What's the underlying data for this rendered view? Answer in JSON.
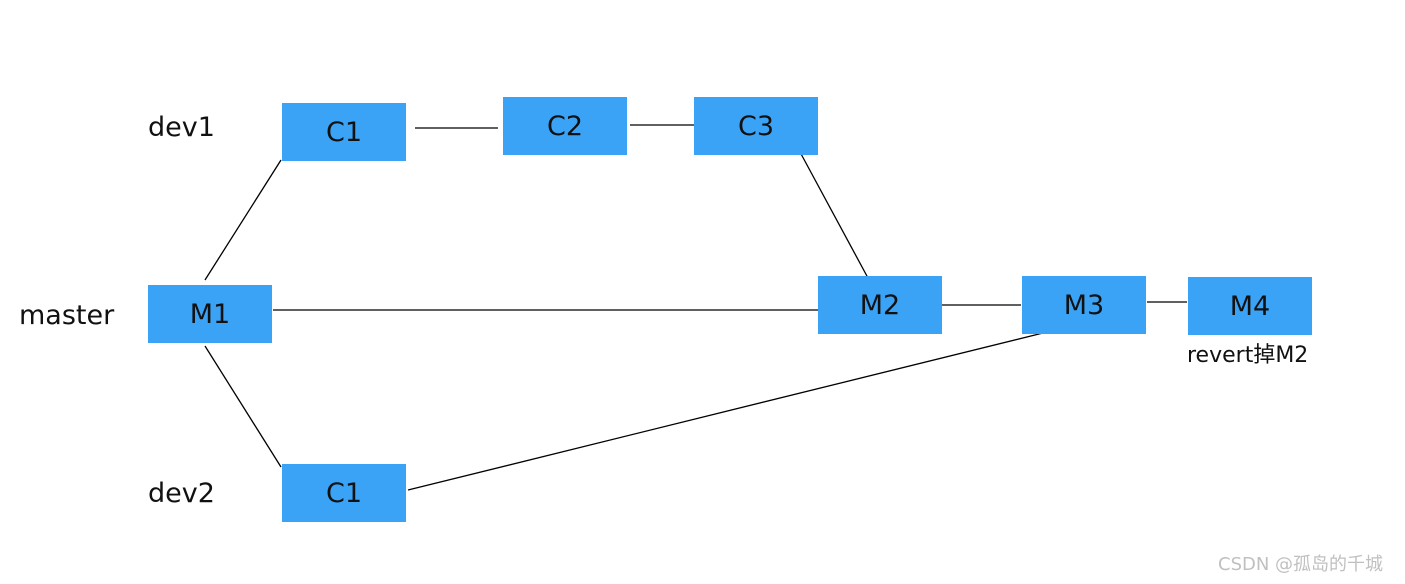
{
  "branches": {
    "dev1": "dev1",
    "master": "master",
    "dev2": "dev2"
  },
  "nodes": {
    "dev1_c1": "C1",
    "dev1_c2": "C2",
    "dev1_c3": "C3",
    "master_m1": "M1",
    "master_m2": "M2",
    "master_m3": "M3",
    "master_m4": "M4",
    "dev2_c1": "C1"
  },
  "notes": {
    "m4_note": "revert掉M2"
  },
  "watermark": "CSDN @孤岛的千城",
  "colors": {
    "node_fill": "#3aa3f6",
    "edge": "#000000",
    "text": "#111111"
  }
}
